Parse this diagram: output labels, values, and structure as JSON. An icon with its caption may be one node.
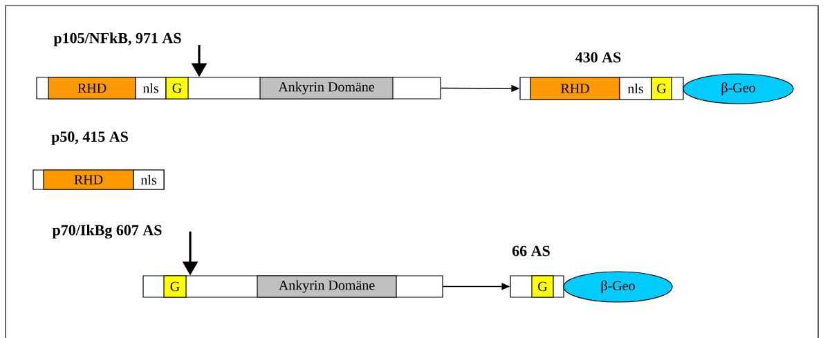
{
  "diagram": {
    "nodes": [
      {
        "text": [
          "p105/NFkB, 971 AS"
        ]
      },
      {
        "text": [
          "RHD"
        ],
        "in": 0
      },
      {
        "text": [
          "nls"
        ],
        "in": 0
      },
      {
        "text": [
          "G"
        ],
        "in": 0
      },
      {
        "text": [
          "Ankyrin Domäne"
        ],
        "in": 0
      },
      {
        "text": [
          "430 AS"
        ]
      },
      {
        "text": [
          "RHD"
        ],
        "in": 5
      },
      {
        "text": [
          "nls"
        ],
        "in": 5
      },
      {
        "text": [
          "G"
        ],
        "in": 5
      },
      {
        "text": [
          "β-Geo"
        ]
      },
      {
        "text": [
          "p50, 415 AS"
        ]
      },
      {
        "text": [
          "RHD"
        ],
        "in": 10
      },
      {
        "text": [
          "nls"
        ],
        "in": 10
      },
      {
        "text": [
          "p70/IkBg 607 AS"
        ]
      },
      {
        "text": [
          "G"
        ],
        "in": 13
      },
      {
        "text": [
          "Ankyrin Domäne"
        ],
        "in": 13
      },
      {
        "text": [
          "66 AS"
        ]
      },
      {
        "text": [
          "G"
        ],
        "in": 16
      },
      {
        "text": [
          "β-Geo"
        ]
      }
    ],
    "edges": [
      {
        "from": 0,
        "to": 5,
        "arrow": "to"
      },
      {
        "from": 13,
        "to": 16,
        "arrow": "to"
      },
      {
        "from": null,
        "to": 0,
        "arrow": "to",
        "style": "thick"
      },
      {
        "from": null,
        "to": 13,
        "arrow": "to",
        "style": "thick"
      }
    ]
  }
}
